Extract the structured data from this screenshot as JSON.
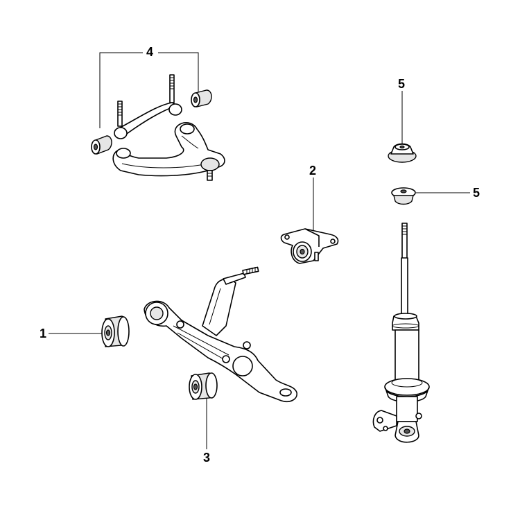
{
  "callouts": {
    "c1": "1",
    "c2": "2",
    "c3": "3",
    "c4": "4",
    "c5_top": "5",
    "c5_right": "5"
  },
  "parts": [
    {
      "callout": "1",
      "icon": "bushing-icon"
    },
    {
      "callout": "2",
      "icon": "compliance-bushing-bracket-icon"
    },
    {
      "callout": "3",
      "icon": "bushing-icon"
    },
    {
      "callout": "4",
      "icon": "upper-arm-bushing-icon"
    },
    {
      "callout": "5",
      "icon": "strut-mount-rubber-icon"
    }
  ],
  "colors": {
    "line": "#000000",
    "fill": "#ffffff",
    "shade": "#e6e6e6"
  }
}
